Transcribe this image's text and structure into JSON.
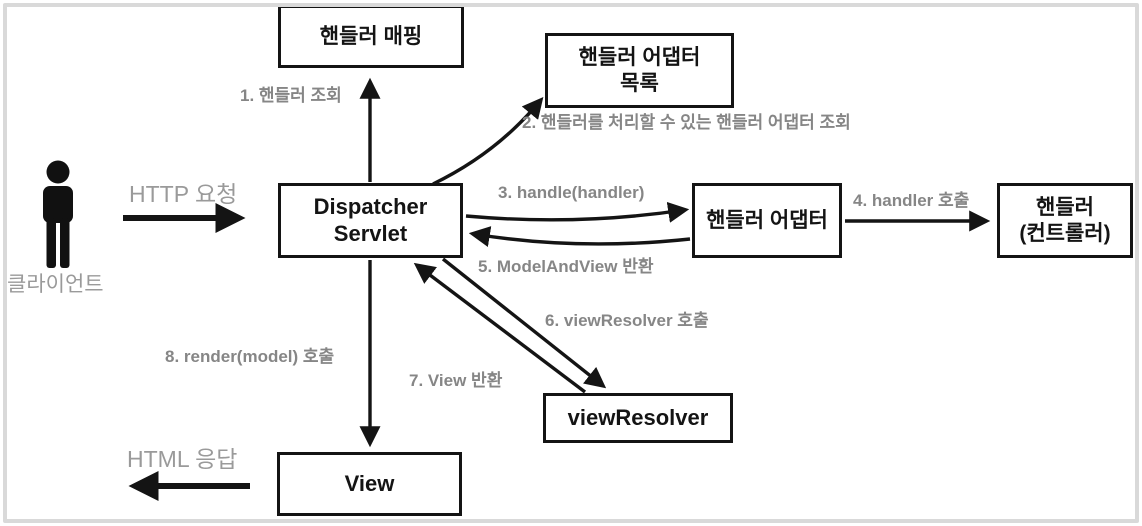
{
  "nodes": {
    "handler_mapping": {
      "label": "핸들러 매핑"
    },
    "handler_adapter_list": {
      "line1": "핸들러 어댑터",
      "line2": "목록"
    },
    "dispatcher_servlet": {
      "line1": "Dispatcher",
      "line2": "Servlet"
    },
    "handler_adapter": {
      "label": "핸들러 어댑터"
    },
    "handler_controller": {
      "line1": "핸들러",
      "line2": "(컨트롤러)"
    },
    "view_resolver": {
      "label": "viewResolver"
    },
    "view": {
      "label": "View"
    }
  },
  "client": {
    "label": "클라이언트"
  },
  "flows": {
    "http_request": "HTTP 요청",
    "html_response": "HTML 응답"
  },
  "steps": {
    "s1": "1. 핸들러 조회",
    "s2": "2. 핸들러를 처리할 수 있는 핸들러 어댑터 조회",
    "s3": "3. handle(handler)",
    "s4": "4. handler 호출",
    "s5": "5. ModelAndView 반환",
    "s6": "6. viewResolver 호출",
    "s7": "7. View 반환",
    "s8": "8. render(model) 호출"
  },
  "colors": {
    "box_border": "#141414",
    "arrow": "#141414",
    "step_label": "#868686",
    "flow_label": "#9a9a9a",
    "frame_border": "#d9d9d9"
  }
}
